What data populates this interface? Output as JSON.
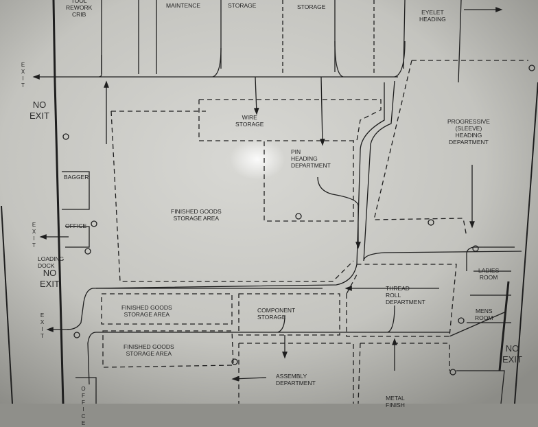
{
  "plan": {
    "rooms": {
      "tool_rework_crib": "TOOL\nREWORK\nCRIB",
      "maintence": "MAINTENCE",
      "wire_storage_top": "STORAGE",
      "equip_storage": "STORAGE",
      "eyelet_heading": "EYELET\nHEADING",
      "wire_storage": "WIRE\nSTORAGE",
      "pin_heading": "PIN\nHEADING\nDEPARTMENT",
      "progressive": "PROGRESSIVE\n(SLEEVE)\nHEADING\nDEPARTMENT",
      "bagger": "BAGGER",
      "finished_goods_main": "FINISHED GOODS\nSTORAGE AREA",
      "office": "OFFICE",
      "loading_dock": "LOADING\nDOCK",
      "finished_goods_1": "FINISHED GOODS\nSTORAGE AREA",
      "finished_goods_2": "FINISHED GOODS\nSTORAGE AREA",
      "component_storage": "COMPONENT\nSTORAGE",
      "thread_roll": "THREAD\nROLL\nDEPARTMENT",
      "ladies_room": "LADIES\nROOM",
      "mens_room": "MENS\nROOM",
      "assembly": "ASSEMBLY\nDEPARTMENT",
      "metal_finish": "METAL\nFINISH",
      "office_bottom": "OFFICE"
    },
    "exits": {
      "exit_label": "EXIT",
      "no_exit_label": "NO\nEXIT"
    },
    "colors": {
      "paper": "#c9c9c4",
      "ink": "#1e1e1e"
    }
  }
}
